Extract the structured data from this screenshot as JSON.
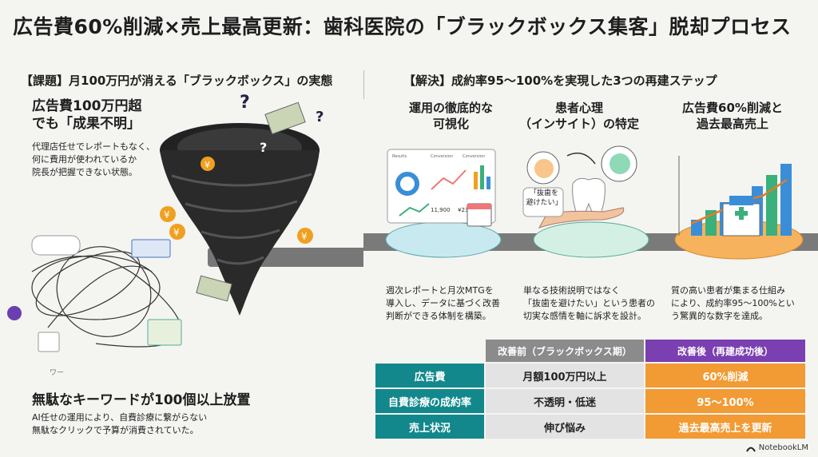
{
  "title": "広告費60%削減×売上最高更新：歯科医院の「ブラックボックス集客」脱却プロセス",
  "left": {
    "section": "【課題】月100万円が消える「ブラックボックス」の実態",
    "problem1_title": "広告費100万円超\nでも「成果不明」",
    "problem1_body": "代理店任せでレポートもなく、\n何に費用が使われているか\n院長が把握できない状態。",
    "problem2_title": "無駄なキーワードが100個以上放置",
    "problem2_body": "AI任せの運用により、自費診療に繋がらない\n無駄なクリックで予算が消費されていた。",
    "search_placeholder": "ワー"
  },
  "right": {
    "section": "【解決】成約率95〜100%を実現した3つの再建ステップ",
    "steps": [
      {
        "title": "運用の徹底的な\n可視化",
        "body": "週次レポートと月次MTGを\n導入し、データに基づく改善\n判断ができる体制を構築。"
      },
      {
        "title": "患者心理\n（インサイト）の特定",
        "body": "単なる技術説明ではなく\n「抜歯を避けたい」という患者の\n切実な感情を軸に訴求を設計。"
      },
      {
        "title": "広告費60%削減と\n過去最高売上",
        "body": "質の高い患者が集まる仕組み\nにより、成約率95〜100%とい\nう驚異的な数字を達成。"
      }
    ],
    "bubble_text": "「抜歯を\n避けたい」",
    "dash_values": [
      "11,900",
      "¥23,000"
    ],
    "dash_labels": [
      "Results",
      "Conversion",
      "Conversion"
    ]
  },
  "table": {
    "header_before": "改善前（ブラックボックス期）",
    "header_after": "改善後（再建成功後）",
    "rows": [
      {
        "label": "広告費",
        "before": "月額100万円以上",
        "after": "60%削減"
      },
      {
        "label": "自費診療の成約率",
        "before": "不透明・低迷",
        "after": "95〜100%"
      },
      {
        "label": "売上状況",
        "before": "伸び悩み",
        "after": "過去最高売上を更新"
      }
    ]
  },
  "brand": "NotebookLM",
  "colors": {
    "teal": "#12888c",
    "orange": "#f29a33",
    "purple": "#7a3fb0",
    "gray": "#8b8b8b"
  }
}
